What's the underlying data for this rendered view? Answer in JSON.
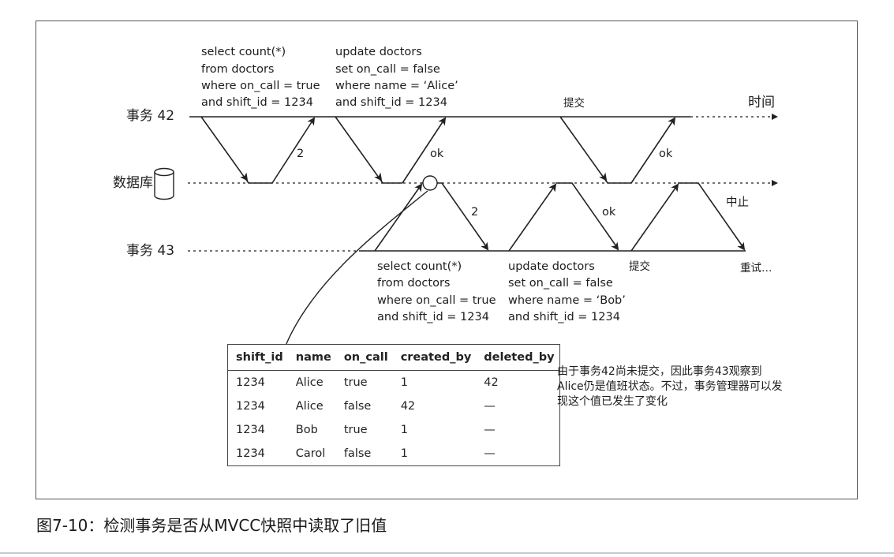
{
  "labels": {
    "tx42": "事务 42",
    "tx43": "事务 43",
    "database": "数据库",
    "time": "时间"
  },
  "tx42_ops": {
    "select": [
      "select count(*)",
      "from doctors",
      "where on_call = true",
      "and shift_id = 1234"
    ],
    "update": [
      "update doctors",
      "set on_call = false",
      "where name = ‘Alice’",
      "and shift_id = 1234"
    ],
    "commit": "提交",
    "reply_select": "2",
    "reply_update": "ok",
    "reply_commit": "ok"
  },
  "tx43_ops": {
    "select": [
      "select count(*)",
      "from doctors",
      "where on_call = true",
      "and shift_id = 1234"
    ],
    "update": [
      "update doctors",
      "set on_call = false",
      "where name = ‘Bob’",
      "and shift_id = 1234"
    ],
    "commit": "提交",
    "reply_select": "2",
    "reply_update": "ok",
    "abort": "中止",
    "retry": "重试…"
  },
  "table": {
    "headers": [
      "shift_id",
      "name",
      "on_call",
      "created_by",
      "deleted_by"
    ],
    "rows": [
      [
        "1234",
        "Alice",
        "true",
        "1",
        "42"
      ],
      [
        "1234",
        "Alice",
        "false",
        "42",
        "—"
      ],
      [
        "1234",
        "Bob",
        "true",
        "1",
        "—"
      ],
      [
        "1234",
        "Carol",
        "false",
        "1",
        "—"
      ]
    ]
  },
  "note": "由于事务42尚未提交，因此事务43观察到Alice仍是值班状态。不过，事务管理器可以发现这个值已发生了变化",
  "caption": "图7-10：检测事务是否从MVCC快照中读取了旧值",
  "colors": {
    "line": "#222222",
    "background": "#ffffff",
    "frame": "#555555"
  },
  "icons": {
    "database": "database-cylinder-icon",
    "arrow": "arrowhead-icon"
  }
}
